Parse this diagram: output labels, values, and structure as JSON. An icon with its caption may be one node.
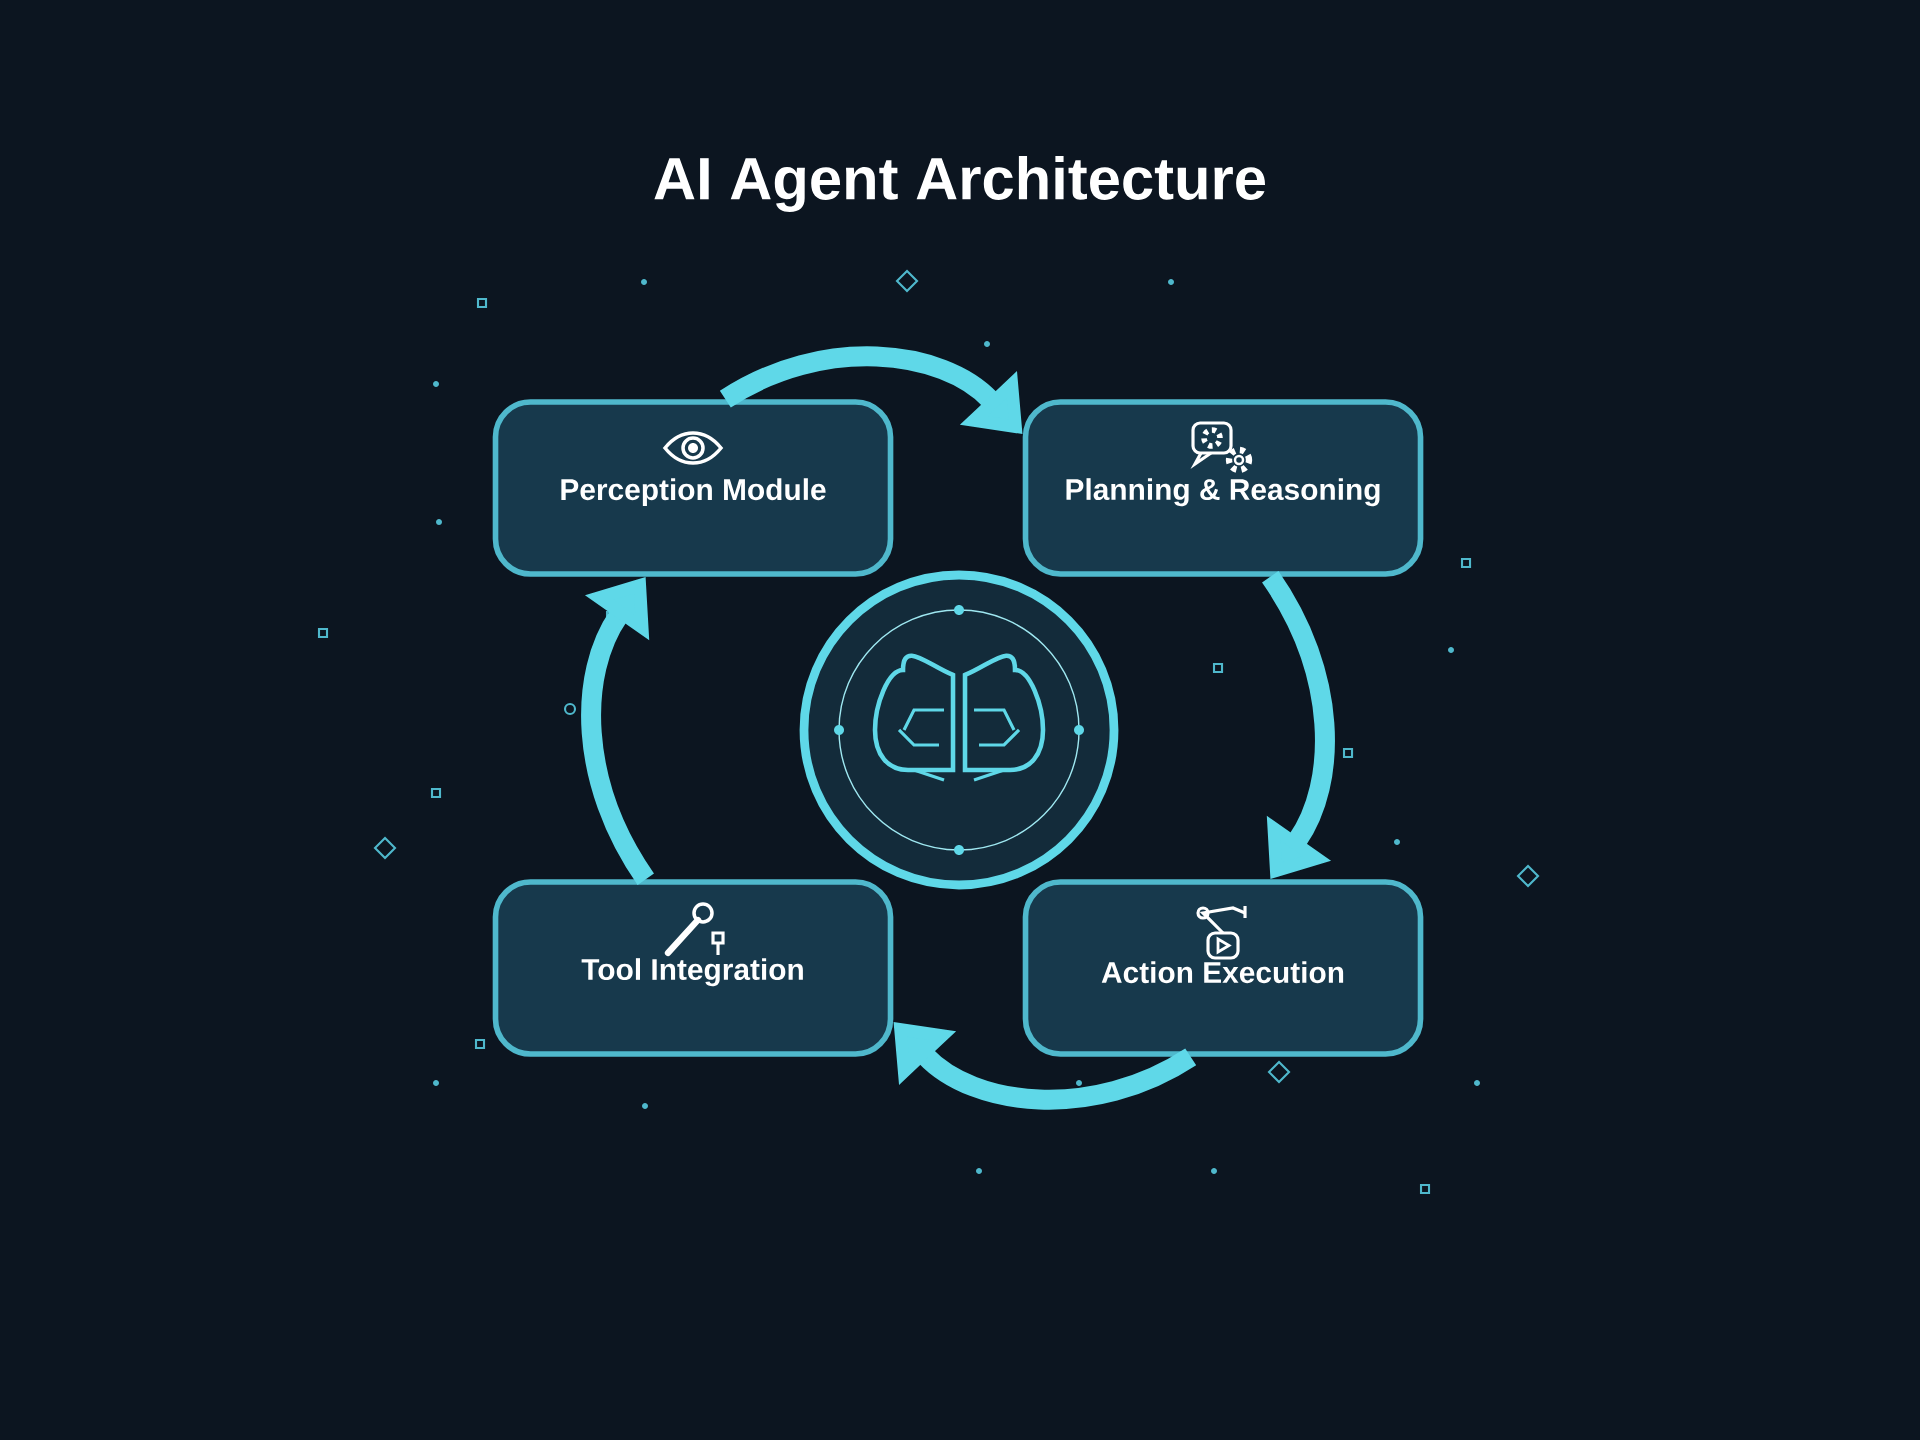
{
  "diagram": {
    "title": "AI Agent Architecture",
    "nodes": [
      {
        "text": [
          "Perception Module"
        ]
      },
      {
        "text": [
          "Planning & Reasoning"
        ]
      },
      {
        "text": [
          "Action Execution"
        ]
      },
      {
        "text": [
          "Tool Integration"
        ]
      },
      {
        "text": [],
        "shape": "circle"
      }
    ],
    "edges": [
      {
        "from": 0,
        "to": 1,
        "arrow": "to"
      },
      {
        "from": 1,
        "to": 2,
        "arrow": "to"
      },
      {
        "from": 2,
        "to": 3,
        "arrow": "to"
      },
      {
        "from": 3,
        "to": 0,
        "arrow": "to"
      }
    ]
  }
}
